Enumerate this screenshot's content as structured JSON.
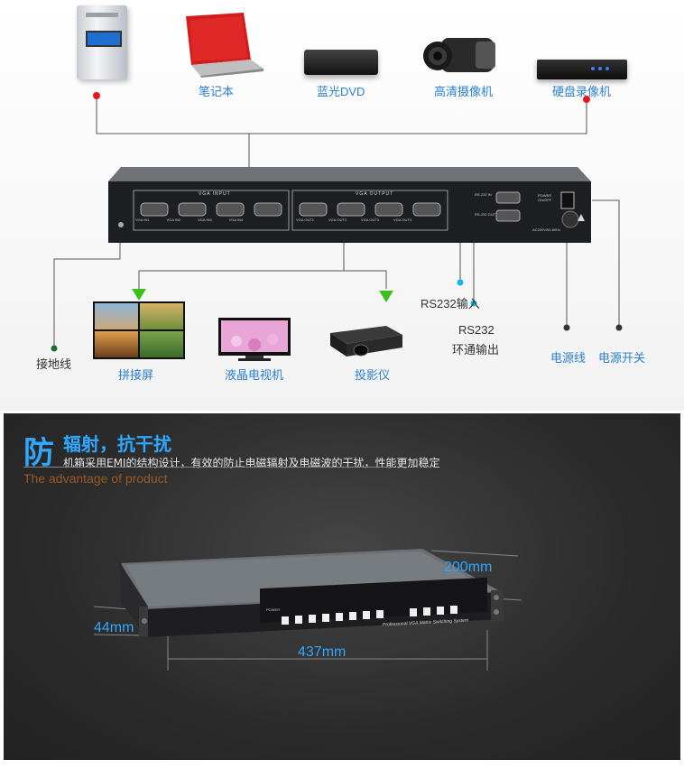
{
  "top": {
    "sources": [
      {
        "icon": "desktop-pc-icon",
        "label": ""
      },
      {
        "icon": "laptop-icon",
        "label": "笔记本"
      },
      {
        "icon": "bluray-dvd-icon",
        "label": "蓝光DVD"
      },
      {
        "icon": "hd-camcorder-icon",
        "label": "高清摄像机"
      },
      {
        "icon": "dvr-recorder-icon",
        "label": "硬盘录像机"
      }
    ],
    "matrix": {
      "vga_input_label": "VGA INPUT",
      "vga_output_label": "VGA OUTPUT",
      "inputs": [
        "VGA IN1",
        "VGA IN2",
        "VGA IN3",
        "VGA IN4"
      ],
      "outputs": [
        "VGA OUT1",
        "VGA OUT2",
        "VGA OUT3",
        "VGA OUT4"
      ],
      "rs232_in": "RS-232 IN",
      "rs232_out": "RS-232 OUT",
      "power_switch": "POWER ON/OFF",
      "power_spec": "AC220V/50-60Hz"
    },
    "outputs": [
      {
        "icon": "video-wall-icon",
        "label": "拼接屏"
      },
      {
        "icon": "lcd-tv-icon",
        "label": "液晶电视机"
      },
      {
        "icon": "projector-icon",
        "label": "投影仪"
      }
    ],
    "ground_label": "接地线",
    "rs232_in_label": "RS232输入",
    "rs232_loop_label_1": "RS232",
    "rs232_loop_label_2": "环通输出",
    "power_cord_label": "电源线",
    "power_switch_label": "电源开关",
    "colors": {
      "red_dot": "#e8161a",
      "cyan_dot": "#12b7e3",
      "green_arrow": "#3bbf1a",
      "blue_arrow": "#2f8de8",
      "label_blue": "#2a7fd0"
    }
  },
  "bottom": {
    "big_char": "防",
    "title": "辐射，抗干扰",
    "desc": "机箱采用EMI的结构设计，有效的防止电磁辐射及电磁波的干扰，性能更加稳定",
    "subtitle_en": "The advantage of product",
    "front": {
      "power_label": "POWER",
      "brand_text": "Professional VGA Matrix Switching System"
    },
    "dims": {
      "depth": "200mm",
      "height": "44mm",
      "width": "437mm"
    },
    "colors": {
      "accent": "#2fa8ff",
      "en_subtitle": "#9a5a25"
    }
  }
}
